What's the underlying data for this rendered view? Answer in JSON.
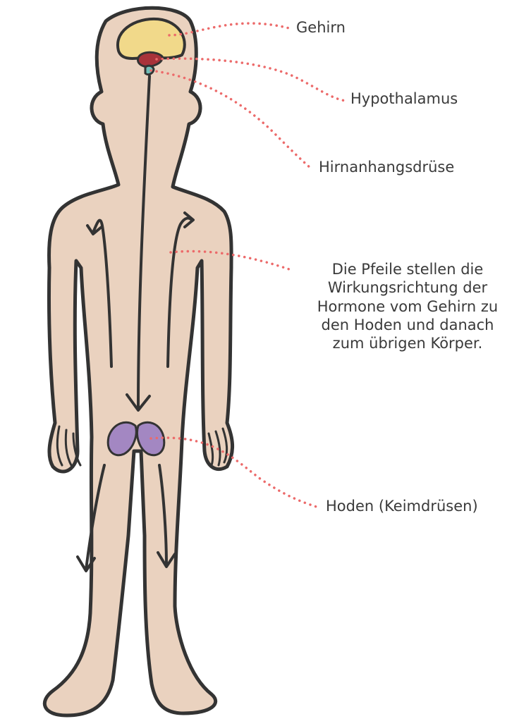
{
  "labels": {
    "gehirn": "Gehirn",
    "hypothalamus": "Hypothalamus",
    "hirnanhangsdruese": "Hirnanhangsdrüse",
    "pfeile_lines": [
      "Die Pfeile stellen die",
      "Wirkungsrichtung der",
      "Hormone vom Gehirn zu",
      "den Hoden und danach",
      "zum übrigen Körper."
    ],
    "hoden": "Hoden (Keimdrüsen)"
  },
  "colors": {
    "skin": "#ead2bf",
    "outline": "#333333",
    "brain": "#f1d98a",
    "hypothalamus": "#a8323a",
    "pituitary": "#6fbfb8",
    "testes": "#a387c2",
    "leader_dots": "#ec6a6a",
    "text": "#3a3a3a"
  }
}
